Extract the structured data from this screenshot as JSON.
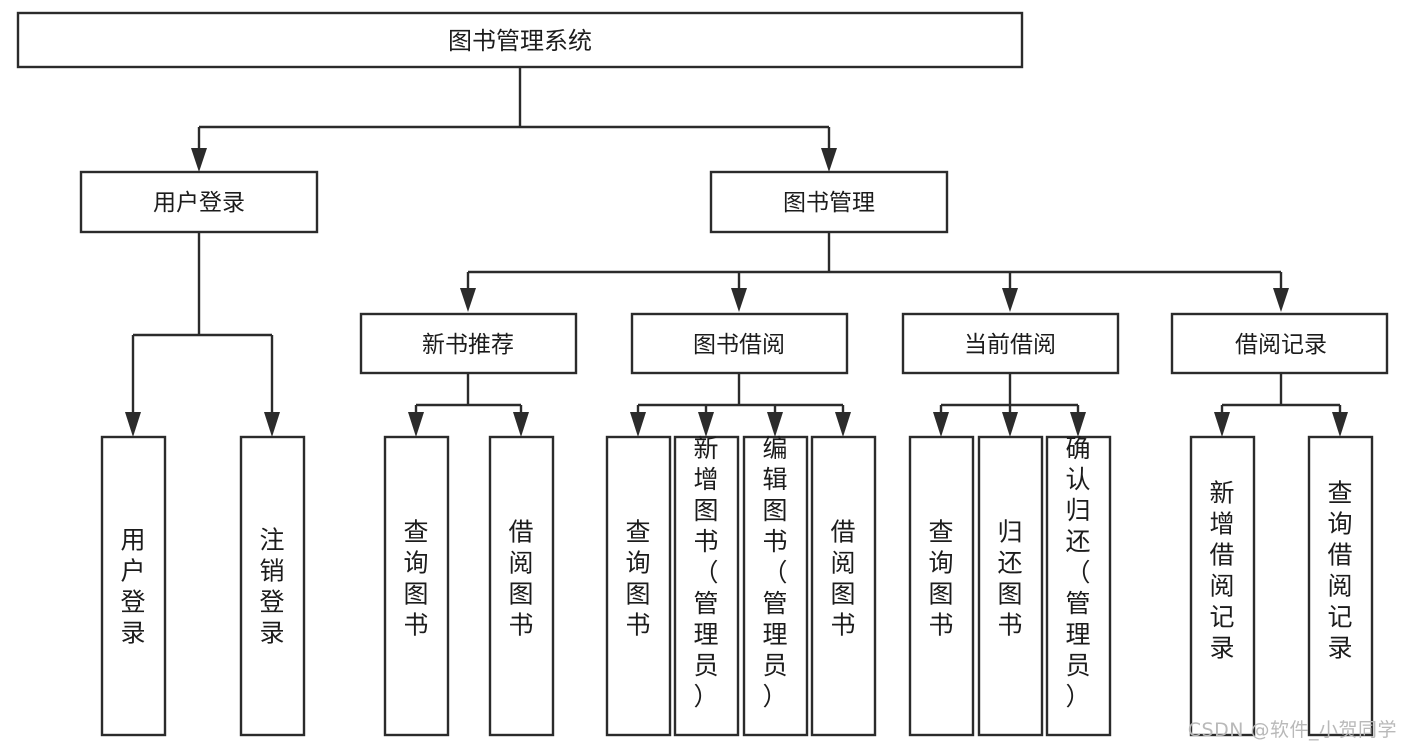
{
  "diagram": {
    "title": "图书管理系统",
    "type": "tree-hierarchy-diagram",
    "background_color": "#ffffff",
    "stroke_color": "#2b2b2b",
    "text_color": "#1c1c1c",
    "root": {
      "id": "root",
      "label": "图书管理系统"
    },
    "level2": [
      {
        "id": "user-login",
        "label": "用户登录"
      },
      {
        "id": "book-management",
        "label": "图书管理"
      }
    ],
    "level3": [
      {
        "id": "new-book-recommend",
        "label": "新书推荐",
        "parent": "book-management"
      },
      {
        "id": "book-borrow",
        "label": "图书借阅",
        "parent": "book-management"
      },
      {
        "id": "current-borrow",
        "label": "当前借阅",
        "parent": "book-management"
      },
      {
        "id": "borrow-record",
        "label": "借阅记录",
        "parent": "book-management"
      }
    ],
    "leaves": {
      "user-login": [
        {
          "id": "leaf-user-login",
          "label": "用户登录"
        },
        {
          "id": "leaf-logout-login",
          "label": "注销登录"
        }
      ],
      "new-book-recommend": [
        {
          "id": "leaf-query-book-1",
          "label": "查询图书"
        },
        {
          "id": "leaf-borrow-book-1",
          "label": "借阅图书"
        }
      ],
      "book-borrow": [
        {
          "id": "leaf-query-book-2",
          "label": "查询图书"
        },
        {
          "id": "leaf-add-book-admin",
          "label": "新增图书（管理员）"
        },
        {
          "id": "leaf-edit-book-admin",
          "label": "编辑图书（管理员）"
        },
        {
          "id": "leaf-borrow-book-2",
          "label": "借阅图书"
        }
      ],
      "current-borrow": [
        {
          "id": "leaf-query-book-3",
          "label": "查询图书"
        },
        {
          "id": "leaf-return-book",
          "label": "归还图书"
        },
        {
          "id": "leaf-confirm-return-admin",
          "label": "确认归还（管理员）"
        }
      ],
      "borrow-record": [
        {
          "id": "leaf-add-borrow-record",
          "label": "新增借阅记录"
        },
        {
          "id": "leaf-query-borrow-record",
          "label": "查询借阅记录"
        }
      ]
    }
  },
  "watermark": {
    "text": "CSDN @软件_小贺同学"
  }
}
